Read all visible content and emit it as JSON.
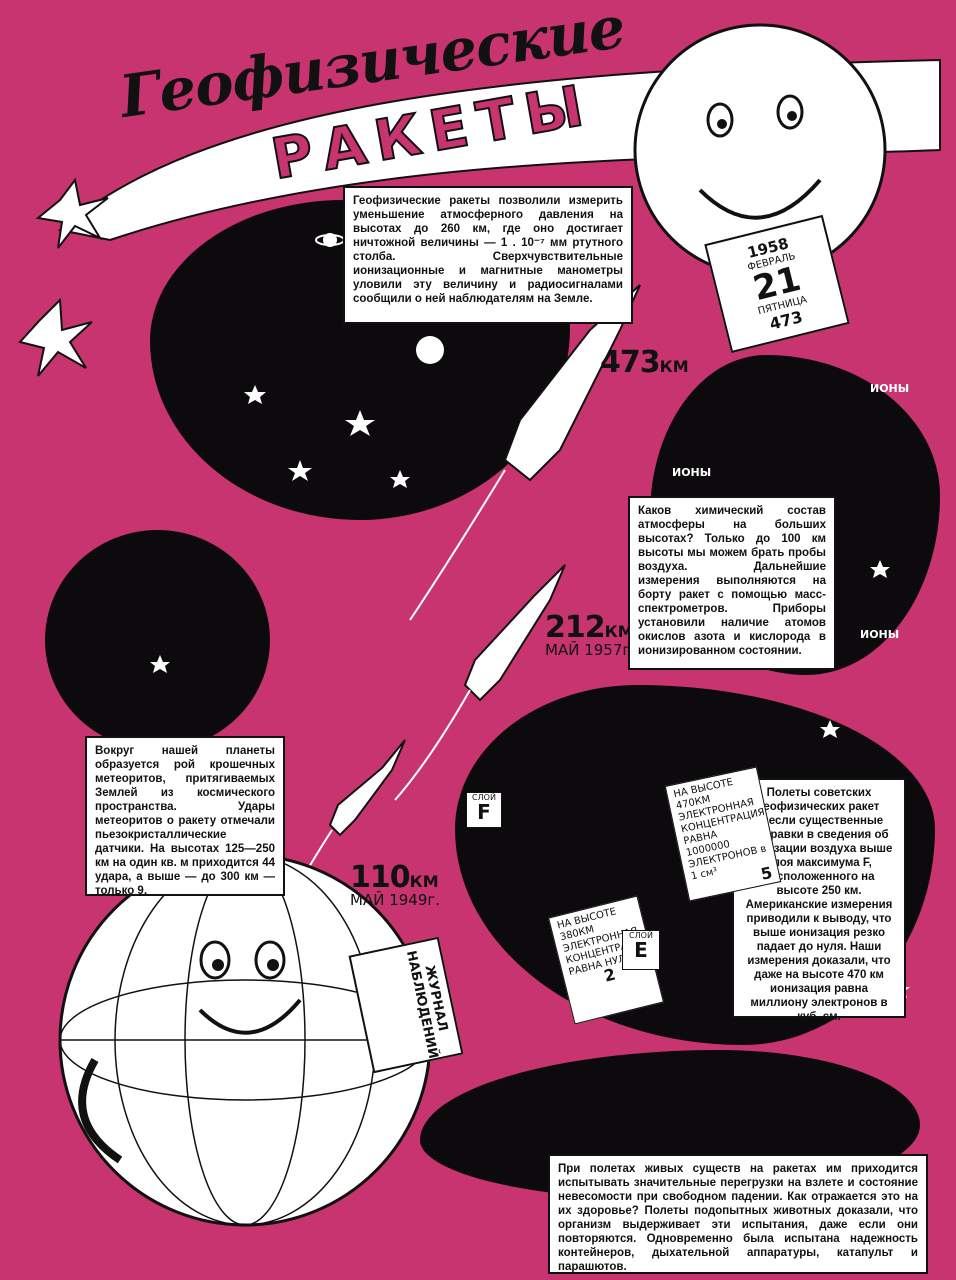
{
  "title": {
    "script": "Геофизические",
    "block": "РАКЕТЫ"
  },
  "calendar": {
    "year": "1958",
    "month": "ФЕВРАЛЬ",
    "day": "21",
    "weekday": "ПЯТНИЦА",
    "number": "473"
  },
  "altitudes": [
    {
      "value": "473",
      "unit": "КМ",
      "date": ""
    },
    {
      "value": "212",
      "unit": "КМ",
      "date": "МАЙ 1957г."
    },
    {
      "value": "110",
      "unit": "КМ",
      "date": "МАЙ 1949г."
    }
  ],
  "boxes": {
    "pressure": "Геофизические ракеты позволили измерить уменьшение атмосферного давления на высотах до 260 км, где оно достигает ничтожной величины — 1 . 10⁻⁷ мм ртутного столба. Сверхчувствительные ионизационные и магнитные манометры уловили эту величину и радиосигналами сообщили о ней наблюдателям на Земле.",
    "chemistry": "Каков химический состав атмосферы на больших высотах? Только до 100 км высоты мы можем брать пробы воздуха. Дальнейшие измерения выполняются на борту ракет с помощью масс-спектрометров. Приборы установили наличие атомов окислов азота и кислорода в ионизированном состоянии.",
    "meteorites": "Вокруг нашей планеты образуется рой крошечных метеоритов, притягиваемых Землей из космического пространства. Удары метеоритов о ракету отмечали пьезокристаллические датчики. На высотах 125—250 км на один кв. м приходится 44 удара, а выше — до 300 км — только 9.",
    "ionization": "Полеты советских геофизических ракет внесли существенные поправки в сведения об ионизации воздуха выше слоя максимума F, расположенного на высоте 250 км. Американские измерения приводили к выводу, что выше ионизация резко падает до нуля. Наши измерения доказали, что даже на высоте 470 км ионизация равна миллиону электронов в куб. см.",
    "animals": "При полетах живых существ на ракетах им приходится испытывать значительные перегрузки на взлете и состояние невесомости при свободном падении. Как отражается это на их здоровье? Полеты подопытных животных доказали, что организм выдерживает эти испытания, даже если они повторяются. Одновременно была испытана надежность контейнеров, дыхательной аппаратуры, катапульт и парашютов."
  },
  "notes": {
    "upper": "НА ВЫСОТЕ 470КМ ЭЛЕКТРОННАЯ КОНЦЕНТРАЦИЯ РАВНА 1000000 ЭЛЕКТРОНОВ в 1 см³",
    "upper_frac": "5",
    "lower": "НА ВЫСОТЕ 380КМ ЭЛЕКТРОННАЯ КОНЦЕНТРАЦИЯ РАВНА НУЛЮ",
    "lower_frac": "2"
  },
  "layers": [
    {
      "label": "СЛОЙ",
      "letter": "F"
    },
    {
      "label": "СЛОЙ",
      "letter": "E"
    }
  ],
  "ions": [
    "ИОНЫ",
    "ИОНЫ",
    "ИОНЫ"
  ],
  "journal": "ЖУРНАЛ НАБЛЮДЕНИЙ",
  "colors": {
    "background": "#c8346f",
    "ink": "#0c0a0c",
    "paper": "#ffffff"
  }
}
